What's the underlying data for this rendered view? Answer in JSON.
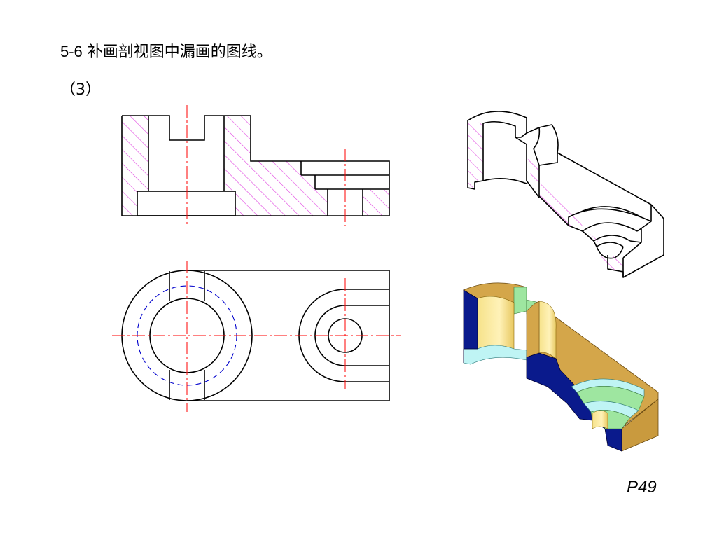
{
  "header": {
    "exercise_number": "5-6",
    "instruction": "补画剖视图中漏画的图线。",
    "sub_item": "（3）"
  },
  "footer": {
    "page_number": "P49"
  },
  "colors": {
    "hatch": "#e040e0",
    "center_line": "#ff0000",
    "hidden_line": "#0000cc",
    "model_tan": "#d4a64a",
    "model_navy": "#0a1a8c",
    "model_yellow": "#f8e48a",
    "model_green": "#9ee6a0",
    "model_cyan": "#bff4f4"
  }
}
